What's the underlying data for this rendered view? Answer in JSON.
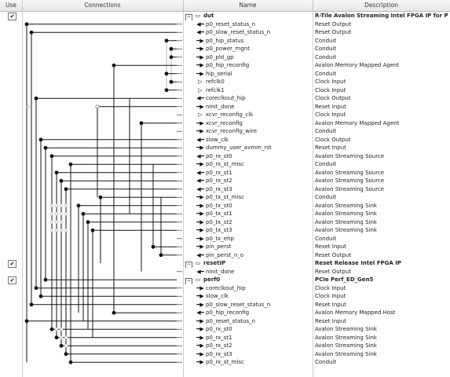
{
  "headers": {
    "use": "Use",
    "connections": "Connections",
    "name": "Name",
    "description": "Description"
  },
  "rows": [
    {
      "kind": "component",
      "use": true,
      "name": "dut",
      "desc": "R-Tile Avalon Streaming Intel FPGA IP for PCI E...",
      "selected": true
    },
    {
      "kind": "port",
      "dir": "out",
      "name": "p0_reset_status_n",
      "desc": "Reset Output"
    },
    {
      "kind": "port",
      "dir": "out",
      "name": "p0_slow_reset_status_n",
      "desc": "Reset Output"
    },
    {
      "kind": "port",
      "dir": "conduit",
      "name": "p0_hip_status",
      "desc": "Conduit"
    },
    {
      "kind": "port",
      "dir": "conduit",
      "name": "p0_power_mgnt",
      "desc": "Conduit"
    },
    {
      "kind": "port",
      "dir": "conduit",
      "name": "p0_pld_gp",
      "desc": "Conduit"
    },
    {
      "kind": "port",
      "dir": "agent",
      "name": "p0_hip_reconfig",
      "desc": "Avalon Memory Mapped Agent"
    },
    {
      "kind": "port",
      "dir": "conduit",
      "name": "hip_serial",
      "desc": "Conduit"
    },
    {
      "kind": "port",
      "dir": "clkin",
      "name": "refclk0",
      "desc": "Clock Input"
    },
    {
      "kind": "port",
      "dir": "clkin",
      "name": "refclk1",
      "desc": "Clock Input"
    },
    {
      "kind": "port",
      "dir": "out",
      "name": "coreclkout_hip",
      "desc": "Clock Output"
    },
    {
      "kind": "port",
      "dir": "in",
      "name": "ninit_done",
      "desc": "Reset Input"
    },
    {
      "kind": "port",
      "dir": "clkin",
      "name": "xcvr_reconfig_clk",
      "desc": "Clock Input"
    },
    {
      "kind": "port",
      "dir": "agent",
      "name": "xcvr_reconfig",
      "desc": "Avalon Memory Mapped Agent"
    },
    {
      "kind": "port",
      "dir": "conduit",
      "name": "xcvr_reconfig_wire",
      "desc": "Conduit"
    },
    {
      "kind": "port",
      "dir": "out",
      "name": "slow_clk",
      "desc": "Clock Output"
    },
    {
      "kind": "port",
      "dir": "in",
      "name": "dummy_user_avmm_rst",
      "desc": "Reset Input"
    },
    {
      "kind": "port",
      "dir": "out",
      "name": "p0_rx_st0",
      "desc": "Avalon Streaming Source"
    },
    {
      "kind": "port",
      "dir": "conduit",
      "name": "p0_rx_st_misc",
      "desc": "Conduit"
    },
    {
      "kind": "port",
      "dir": "out",
      "name": "p0_rx_st1",
      "desc": "Avalon Streaming Source"
    },
    {
      "kind": "port",
      "dir": "out",
      "name": "p0_rx_st2",
      "desc": "Avalon Streaming Source"
    },
    {
      "kind": "port",
      "dir": "out",
      "name": "p0_rx_st3",
      "desc": "Avalon Streaming Source"
    },
    {
      "kind": "port",
      "dir": "conduit",
      "name": "p0_tx_st_misc",
      "desc": "Conduit"
    },
    {
      "kind": "port",
      "dir": "in",
      "name": "p0_tx_st0",
      "desc": "Avalon Streaming Sink"
    },
    {
      "kind": "port",
      "dir": "in",
      "name": "p0_tx_st1",
      "desc": "Avalon Streaming Sink"
    },
    {
      "kind": "port",
      "dir": "in",
      "name": "p0_tx_st2",
      "desc": "Avalon Streaming Sink"
    },
    {
      "kind": "port",
      "dir": "in",
      "name": "p0_tx_st3",
      "desc": "Avalon Streaming Sink"
    },
    {
      "kind": "port",
      "dir": "conduit",
      "name": "p0_tx_ehp",
      "desc": "Conduit"
    },
    {
      "kind": "port",
      "dir": "in",
      "name": "pin_perst",
      "desc": "Reset Input"
    },
    {
      "kind": "port",
      "dir": "out",
      "name": "pin_perst_n_o",
      "desc": "Reset Output"
    },
    {
      "kind": "component",
      "use": true,
      "name": "resetIP",
      "desc": "Reset Release Intel FPGA IP"
    },
    {
      "kind": "port",
      "dir": "out",
      "name": "ninit_done",
      "desc": "Reset Output"
    },
    {
      "kind": "component",
      "use": true,
      "name": "perf0",
      "desc": "PCIe Perf_ED_Gen5"
    },
    {
      "kind": "port",
      "dir": "in",
      "name": "coreclkout_hip",
      "desc": "Clock Input"
    },
    {
      "kind": "port",
      "dir": "in",
      "name": "slow_clk",
      "desc": "Clock Input"
    },
    {
      "kind": "port",
      "dir": "in",
      "name": "p0_slow_reset_status_n",
      "desc": "Reset Input"
    },
    {
      "kind": "port",
      "dir": "host",
      "name": "p0_hip_reconfig",
      "desc": "Avalon Memory Mapped Host"
    },
    {
      "kind": "port",
      "dir": "in",
      "name": "p0_reset_status_n",
      "desc": "Reset Input"
    },
    {
      "kind": "port",
      "dir": "in",
      "name": "p0_rx_st0",
      "desc": "Avalon Streaming Sink"
    },
    {
      "kind": "port",
      "dir": "in",
      "name": "p0_rx_st1",
      "desc": "Avalon Streaming Sink"
    },
    {
      "kind": "port",
      "dir": "in",
      "name": "p0_rx_st2",
      "desc": "Avalon Streaming Sink"
    },
    {
      "kind": "port",
      "dir": "in",
      "name": "p0_rx_st3",
      "desc": "Avalon Streaming Sink"
    },
    {
      "kind": "port",
      "dir": "conduit",
      "name": "p0_rx_st_misc",
      "desc": "Conduit"
    }
  ],
  "icons": {
    "component": "component-chip-icon",
    "expand": "collapse-minus-icon",
    "check": "checkbox-checked-icon"
  },
  "colors": {
    "selection": "#c6dbf5",
    "wire": "#111111",
    "wire_unused": "#b8b8b8"
  },
  "glyphs": {
    "expand": "−",
    "check": "✔",
    "component": "▭"
  }
}
